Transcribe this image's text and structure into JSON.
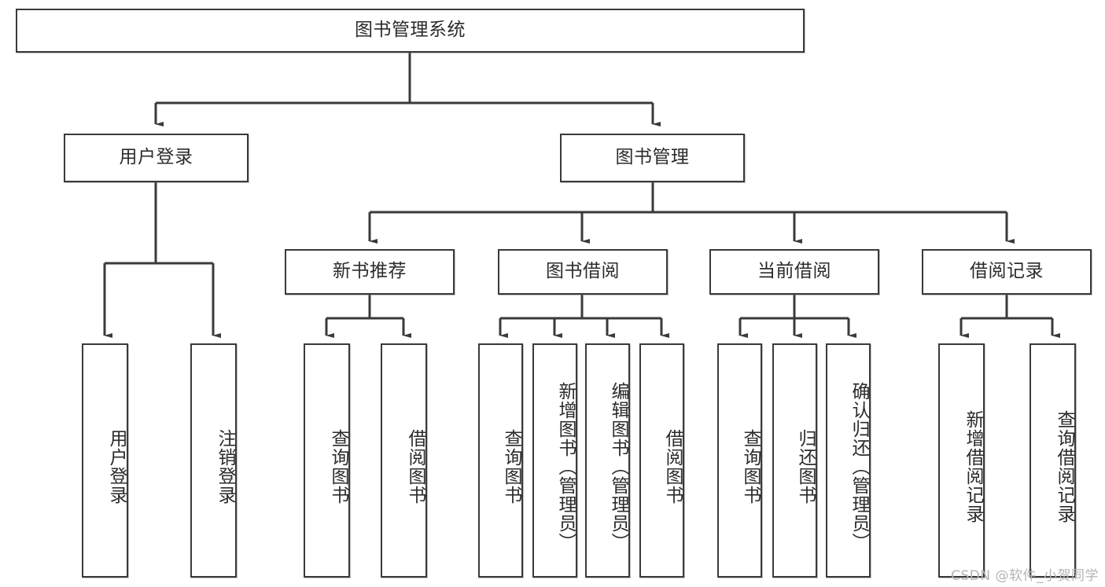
{
  "diagram": {
    "title": "图书管理系统",
    "type": "hierarchy-tree",
    "watermark": "CSDN @软件_小贺同学",
    "colors": {
      "box_border": "#3a3a3a",
      "box_fill": "#ffffff",
      "text": "#2b2b2b",
      "connector": "#3a3a3a",
      "watermark": "#b4b4b4"
    },
    "root": {
      "label": "图书管理系统"
    },
    "level2": [
      {
        "label": "用户登录"
      },
      {
        "label": "图书管理"
      }
    ],
    "level3": [
      {
        "label": "新书推荐"
      },
      {
        "label": "图书借阅"
      },
      {
        "label": "当前借阅"
      },
      {
        "label": "借阅记录"
      }
    ],
    "leaves": {
      "user_login": [
        {
          "label": "用户登录"
        },
        {
          "label": "注销登录"
        }
      ],
      "new_book_recommend": [
        {
          "label": "查询图书"
        },
        {
          "label": "借阅图书"
        }
      ],
      "book_borrow": [
        {
          "label": "查询图书"
        },
        {
          "label": "新增图书（管理员）"
        },
        {
          "label": "编辑图书（管理员）"
        },
        {
          "label": "借阅图书"
        }
      ],
      "current_borrow": [
        {
          "label": "查询图书"
        },
        {
          "label": "归还图书"
        },
        {
          "label": "确认归还（管理员）"
        }
      ],
      "borrow_record": [
        {
          "label": "新增借阅记录"
        },
        {
          "label": "查询借阅记录"
        }
      ]
    }
  }
}
